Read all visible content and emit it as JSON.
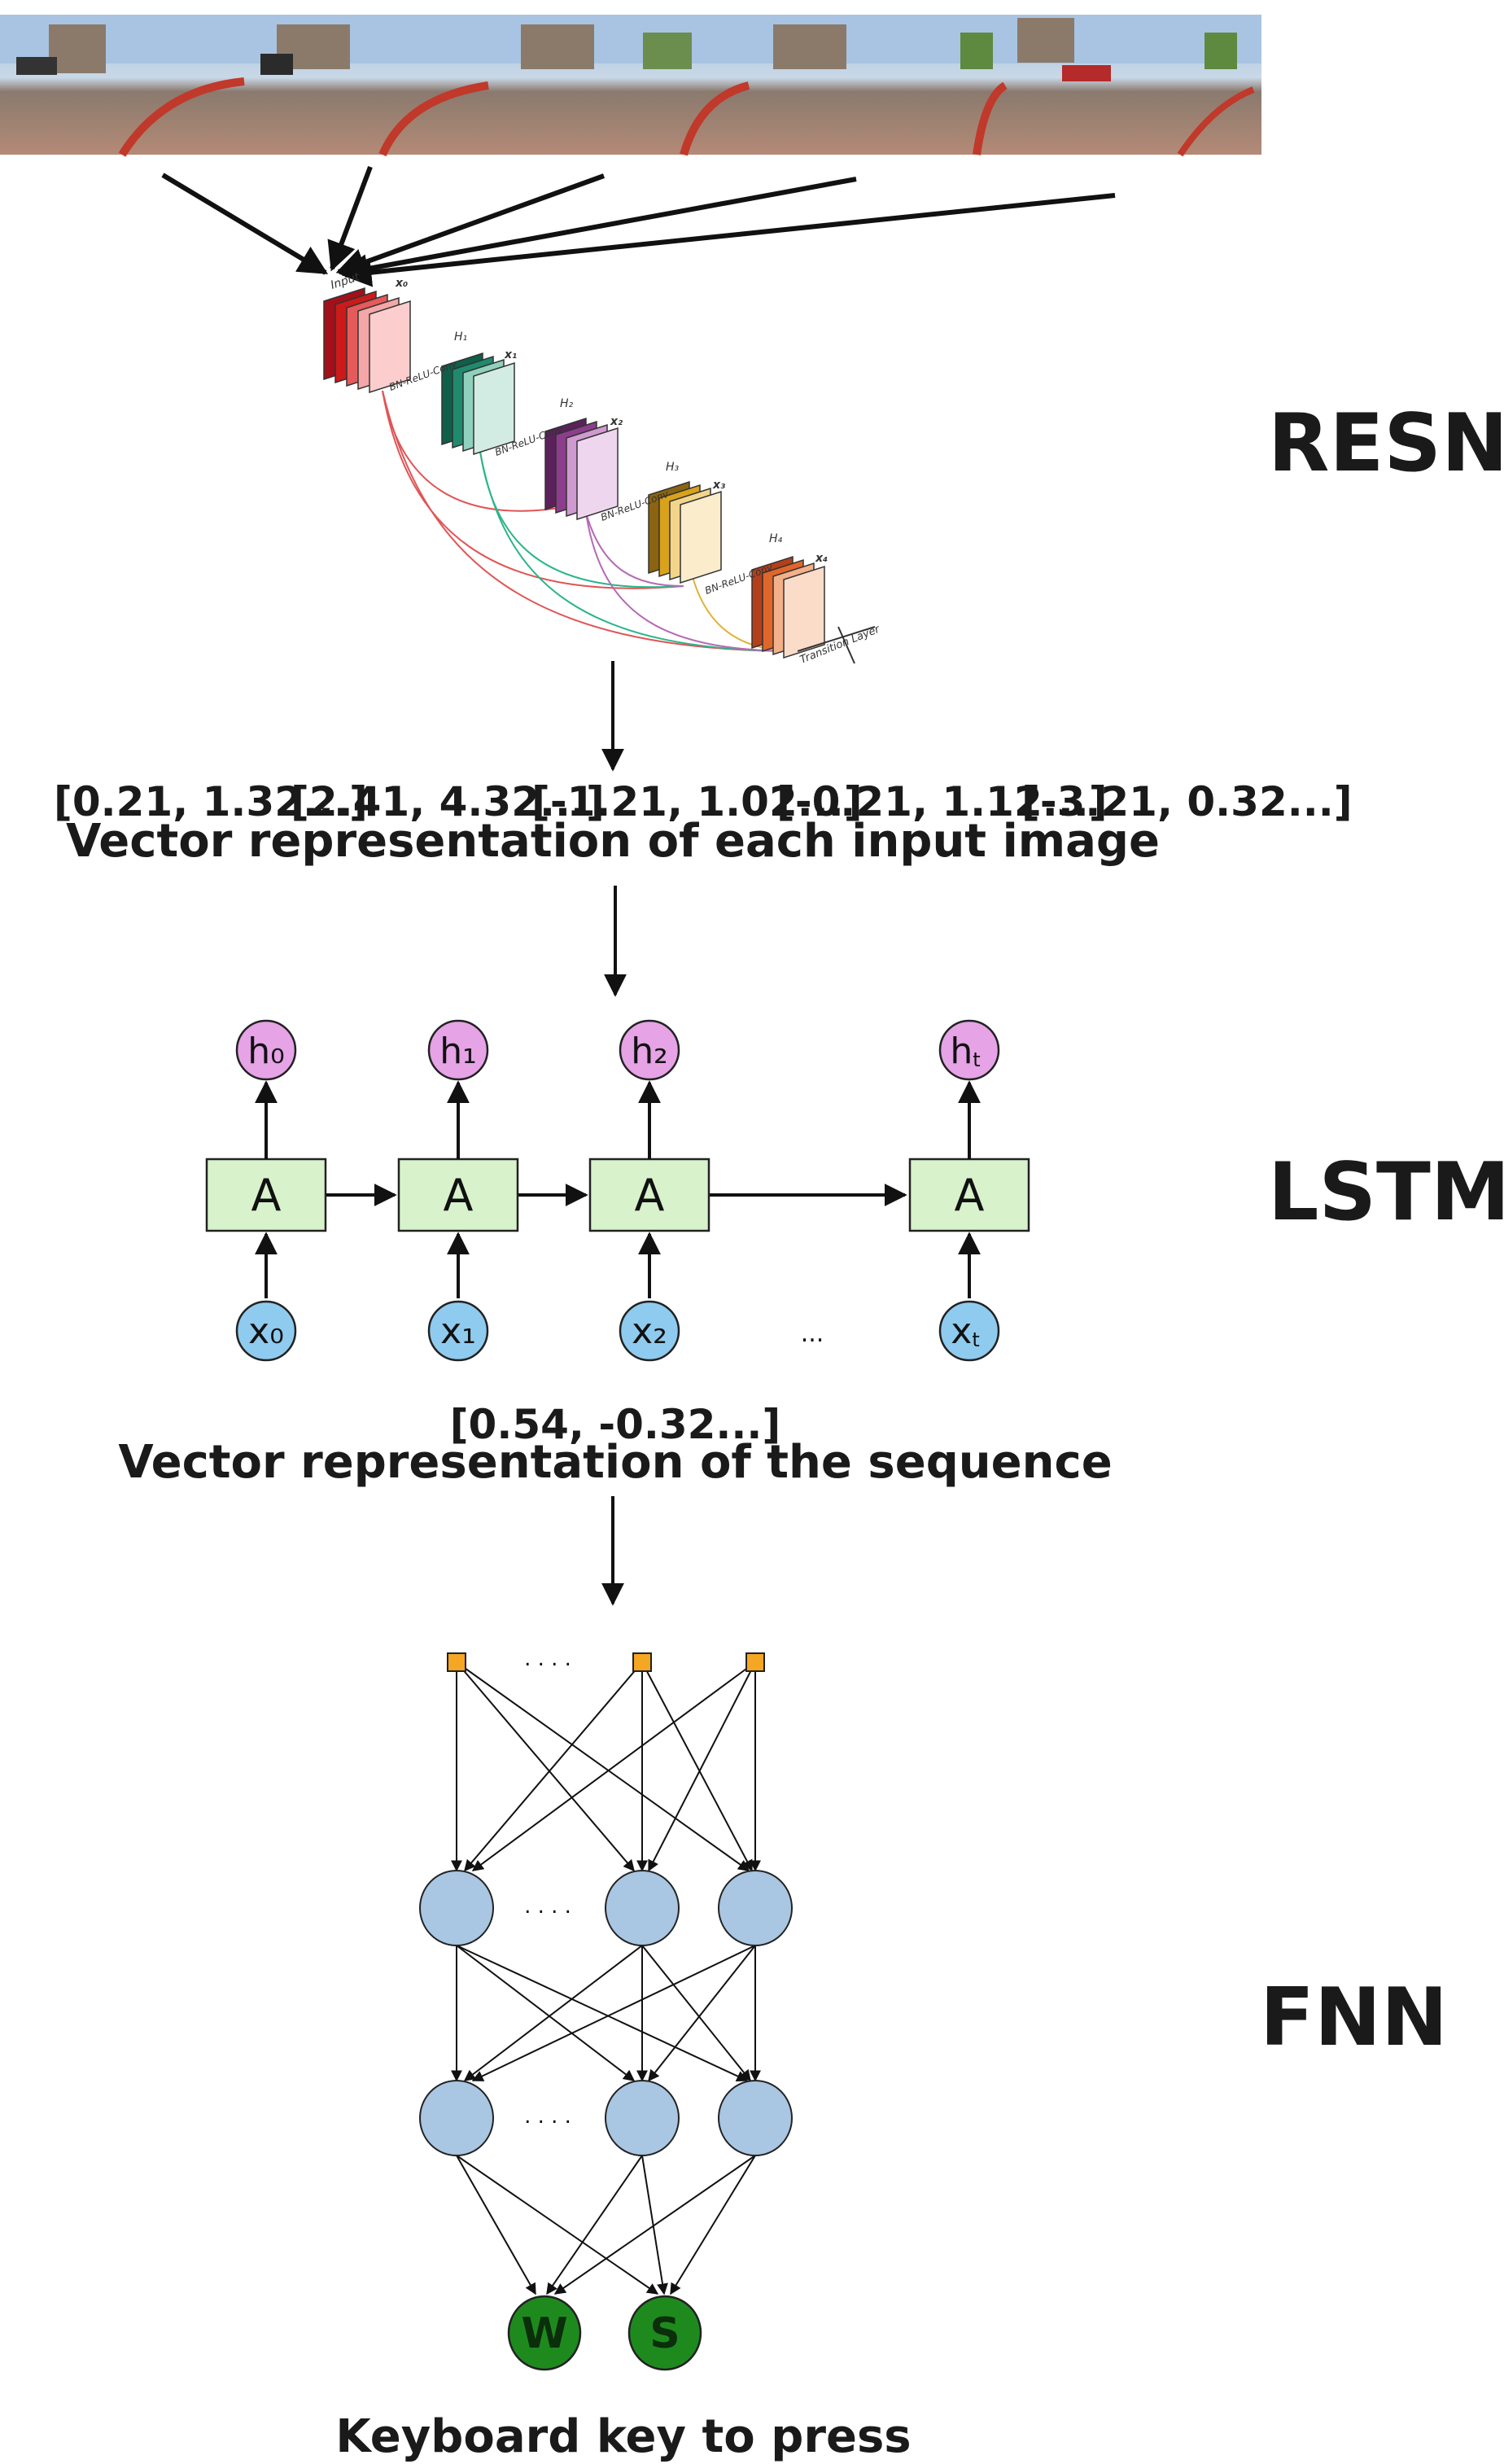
{
  "stages": {
    "resnet": "RESNET",
    "lstm": "LSTM",
    "fnn": "FNN"
  },
  "resnet": {
    "input_label": "Input",
    "x0": "x₀",
    "blocks": [
      {
        "h": "H₁",
        "conv": "BN-ReLU-Conv",
        "x": "x₁",
        "color": "#1f8a6e"
      },
      {
        "h": "H₂",
        "conv": "BN-ReLU-Conv",
        "x": "x₂",
        "color": "#8c3e8c"
      },
      {
        "h": "H₃",
        "conv": "BN-ReLU-Conv",
        "x": "x₃",
        "color": "#d9a21b"
      },
      {
        "h": "H₄",
        "conv": "BN-ReLU-Conv",
        "x": "x₄",
        "color": "#e0662a"
      }
    ],
    "transition_label": "Transition Layer",
    "input_color": "#cc1a1a"
  },
  "image_vectors": [
    "[0.21, 1.32...]",
    "[2.41, 4.32...]",
    "[-1.21, 1.02...]",
    "[-0.21, 1.12...]",
    "[-3.21, 0.32...]"
  ],
  "image_vectors_caption": "Vector representation of each input image",
  "lstm": {
    "cells": [
      {
        "label": "A",
        "h": "h₀",
        "x": "x₀"
      },
      {
        "label": "A",
        "h": "h₁",
        "x": "x₁"
      },
      {
        "label": "A",
        "h": "h₂",
        "x": "x₂"
      },
      {
        "label": "A",
        "h": "h",
        "x": "x"
      }
    ],
    "last_subscript": "t",
    "ellipsis": "...",
    "cell_color": "#d8f2cc",
    "h_color": "#e6a3e6",
    "x_color": "#8fcbee"
  },
  "sequence_vector": "[0.54, -0.32...]",
  "sequence_vector_caption": "Vector representation of the sequence",
  "fnn": {
    "dots": ". . . .",
    "node_color": "#a9c6e2",
    "input_color": "#f5a623",
    "output_keys": [
      "W",
      "S"
    ],
    "output_color": "#1e8a1e"
  },
  "output_caption": "Keyboard key to press"
}
